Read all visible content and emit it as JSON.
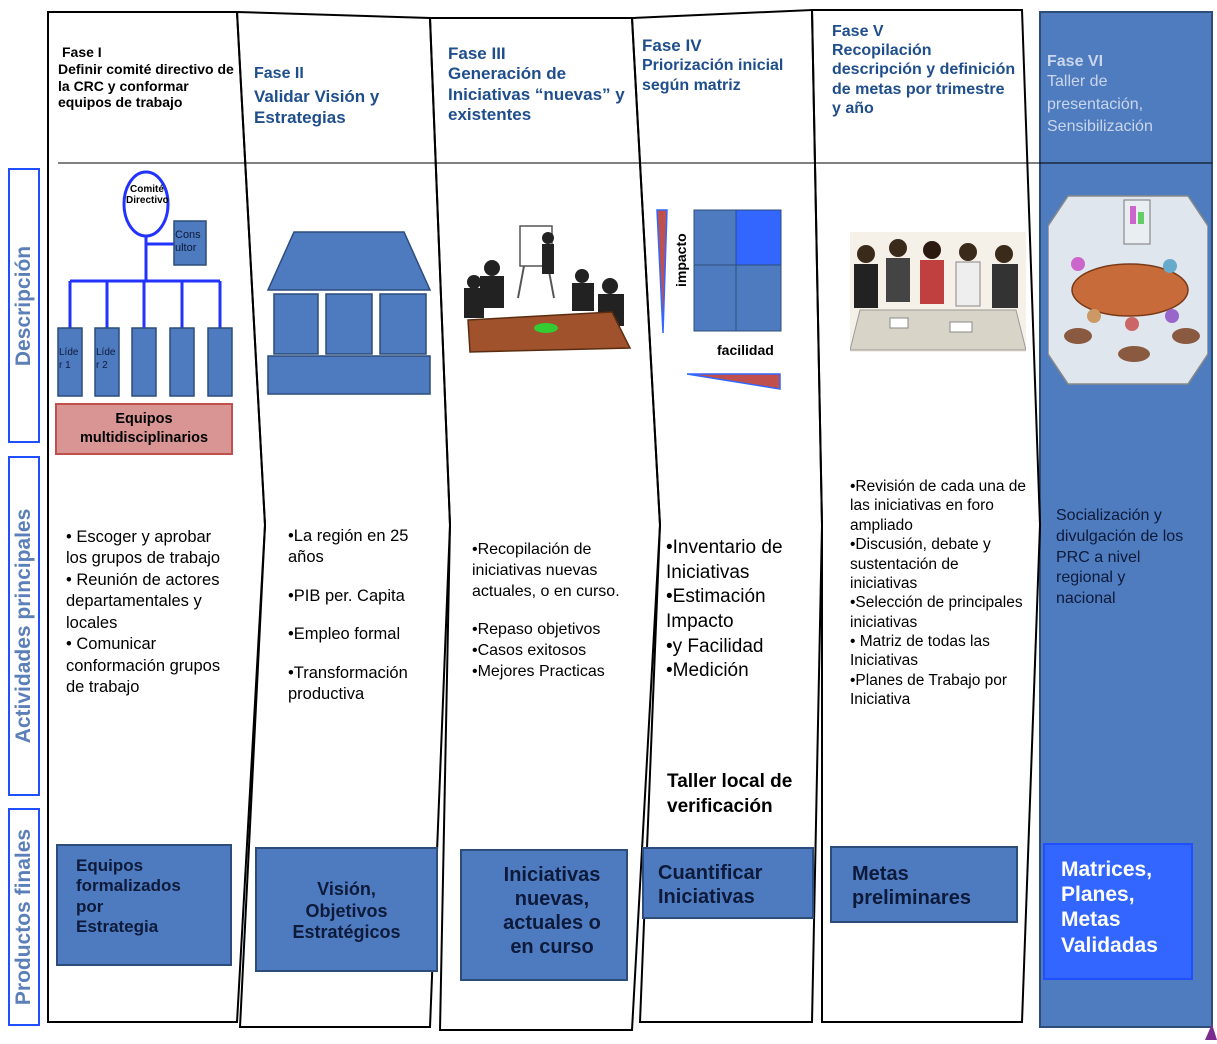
{
  "side_labels": [
    "Descripción",
    "Actividades principales",
    "Productos finales"
  ],
  "phases": [
    {
      "name": "Fase I",
      "title": "Definir comité directivo de la CRC  y conformar equipos de trabajo",
      "activities": [
        "• Escoger  y aprobar  los grupos de trabajo",
        "• Reunión de actores departamentales y locales",
        "• Comunicar conformación grupos de trabajo"
      ],
      "product": "Equipos\nformalizados\n por\nEstrategia"
    },
    {
      "name": "Fase II",
      "title": "Validar Visión y Estrategias",
      "activities": [
        "•La región en 25 años",
        "•PIB per. Capita",
        "•Empleo formal",
        "•Transformación productiva"
      ],
      "product": "Visión,\nObjetivos\nEstratégicos"
    },
    {
      "name": "Fase III",
      "title": "Generación de Iniciativas “nuevas”  y existentes",
      "activities": [
        "•Recopilación de iniciativas nuevas actuales, o en curso.",
        "•Repaso objetivos",
        "•Casos exitosos",
        "•Mejores Practicas"
      ],
      "product": "Iniciativas\n nuevas,\nactuales o\nen curso"
    },
    {
      "name": "Fase IV",
      "title": "Priorización inicial según matriz",
      "activities": [
        "•Inventario de Iniciativas",
        "•Estimación Impacto",
        "•y Facilidad",
        "•Medición"
      ],
      "extra": "Taller  local de  verificación",
      "product": "Cuantificar\nIniciativas"
    },
    {
      "name": "Fase V",
      "title": "Recopilación descripción y definición de metas por trimestre y año",
      "activities": [
        "•Revisión de cada una de las iniciativas en foro ampliado",
        "•Discusión, debate y sustentación de iniciativas",
        "•Selección de principales iniciativas",
        "• Matriz de todas las Iniciativas",
        "•Planes de Trabajo por Iniciativa"
      ],
      "product": "Metas\npreliminares"
    },
    {
      "name": "Fase VI",
      "title": "Taller de presentación, Sensibilización",
      "activities": [
        "Socialización y divulgación de los PRC  a nivel  regional  y  nacional"
      ],
      "product": "Matrices,\nPlanes,\nMetas\nValidadas"
    }
  ],
  "org": {
    "comite": "Comité Directivo",
    "consultor": "Consultor",
    "lider1": "Líder 1",
    "lider2": "Líder 2",
    "equipos": "Equipos multidisciplinarios"
  },
  "matrix": {
    "impacto": "impacto",
    "facilidad": "facilidad"
  },
  "colors": {
    "box_blue": "#4e7bc0",
    "bright_blue": "#3366ff",
    "accent_red": "#c0504d",
    "phase6_bg": "#4f7cbf",
    "title_blue": "#1f4e8c"
  }
}
